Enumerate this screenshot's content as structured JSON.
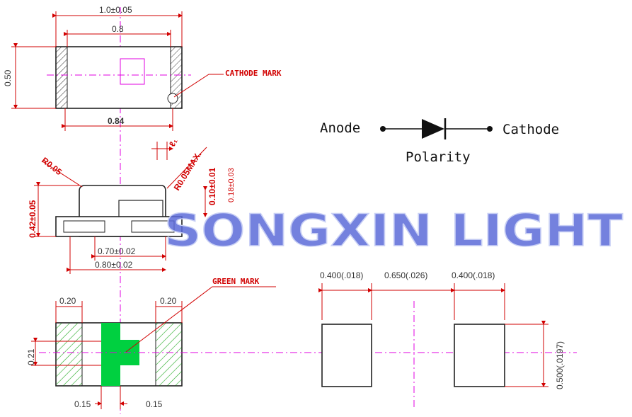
{
  "top_view": {
    "overall_width": "1.0±0.05",
    "inner_width": "0.8",
    "height": "0.50",
    "bottom_width": "0.84",
    "cathode_mark": "CATHODE MARK"
  },
  "side_view": {
    "radius_left": "R0.05",
    "radius_right_max": "R0.05MAX.",
    "height": "0.42±0.05",
    "thickness": "0.10±0.01",
    "thickness_alt": "0.18±0.03",
    "inner_length": "0.70±0.02",
    "outer_length": "0.80±0.02",
    "angle_mark": "ℓ₁"
  },
  "polarity": {
    "anode": "Anode",
    "cathode": "Cathode",
    "title": "Polarity"
  },
  "bottom_view": {
    "green_mark": "GREEN MARK",
    "pad_left_width": "0.20",
    "pad_right_width": "0.20",
    "mark_height": "0.21",
    "gap_left": "0.15",
    "gap_right": "0.15"
  },
  "footprint": {
    "pad1_width": "0.400(.018)",
    "pad_gap": "0.650(.026)",
    "pad2_width": "0.400(.018)",
    "pad_height": "0.500(.0197)"
  },
  "watermark": "SONGXIN LIGHT",
  "colors": {
    "dimension_red": "#d10000",
    "center_line_magenta": "#e000e0",
    "green_mark": "#00d040",
    "hatch_green": "#22aa22",
    "watermark_blue": "#5c6bd8"
  }
}
